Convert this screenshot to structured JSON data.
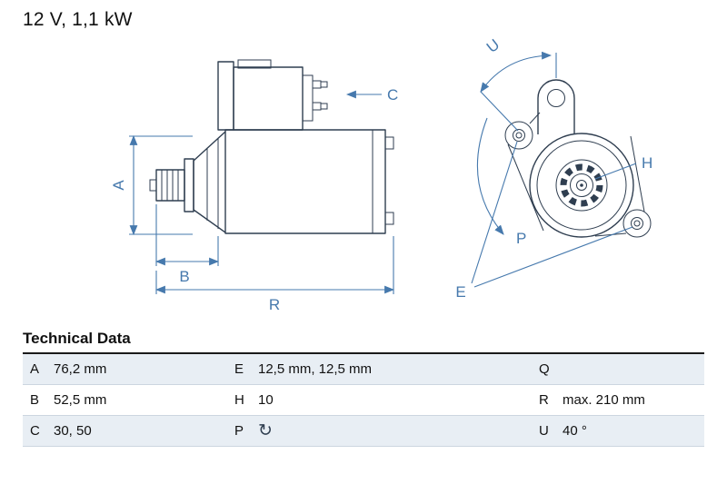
{
  "title": "12 V, 1,1 kW",
  "diagram": {
    "labels": {
      "A": "A",
      "B": "B",
      "C": "C",
      "R": "R",
      "U": "U",
      "H": "H",
      "P": "P",
      "E": "E"
    }
  },
  "table": {
    "heading": "Technical Data",
    "cells": {
      "a_key": "A",
      "a_val": "76,2 mm",
      "b_key": "B",
      "b_val": "52,5 mm",
      "c_key": "C",
      "c_val": "30, 50",
      "e_key": "E",
      "e_val": "12,5 mm, 12,5 mm",
      "h_key": "H",
      "h_val": "10",
      "p_key": "P",
      "p_val": "",
      "q_key": "Q",
      "q_val": "",
      "r_key": "R",
      "r_val": "max. 210 mm",
      "u_key": "U",
      "u_val": "40 °",
      "p_icon": "↻"
    }
  },
  "icons": {
    "rotation": "clockwise-rotation-icon"
  },
  "colors": {
    "part_dark": "#2f3e50",
    "dimension_blue": "#4679ad",
    "row_stripe": "#e8eef4"
  }
}
